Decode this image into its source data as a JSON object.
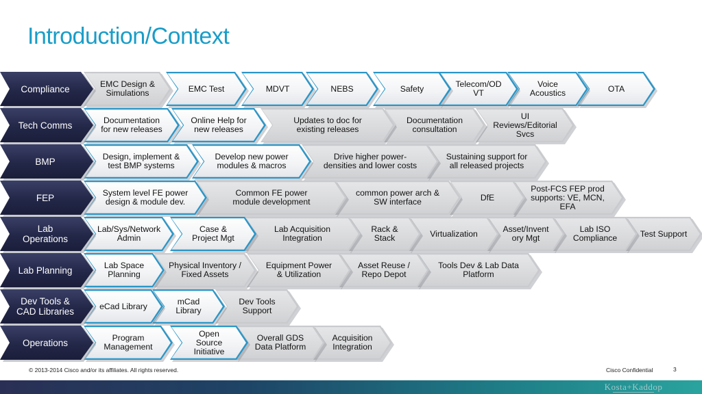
{
  "title": "Introduction/Context",
  "rows": [
    {
      "category": "Compliance",
      "items": [
        {
          "label": "EMC Design &\nSimulations",
          "style": "gray"
        },
        {
          "label": "EMC Test",
          "style": "blue"
        },
        {
          "label": "MDVT",
          "style": "blue"
        },
        {
          "label": "NEBS",
          "style": "blue"
        },
        {
          "label": "Safety",
          "style": "blue"
        },
        {
          "label": "Telecom/OD\nVT",
          "style": "blue"
        },
        {
          "label": "Voice\nAcoustics",
          "style": "blue"
        },
        {
          "label": "OTA",
          "style": "blue"
        }
      ]
    },
    {
      "category": "Tech Comms",
      "items": [
        {
          "label": "Documentation\nfor new releases",
          "style": "blue"
        },
        {
          "label": "Online Help for\nnew releases",
          "style": "blue"
        },
        {
          "label": "Updates to doc for\nexisting releases",
          "style": "gray"
        },
        {
          "label": "Documentation\nconsultation",
          "style": "gray"
        },
        {
          "label": "UI\nReviews/Editorial\nSvcs",
          "style": "gray"
        }
      ]
    },
    {
      "category": "BMP",
      "items": [
        {
          "label": "Design, implement &\ntest BMP systems",
          "style": "blue"
        },
        {
          "label": "Develop new power\nmodules & macros",
          "style": "blue"
        },
        {
          "label": "Drive higher power-\ndensities and lower costs",
          "style": "gray"
        },
        {
          "label": "Sustaining support for\nall released projects",
          "style": "gray"
        }
      ]
    },
    {
      "category": "FEP",
      "items": [
        {
          "label": "System level FE power\ndesign & module dev.",
          "style": "blue"
        },
        {
          "label": "Common FE power\nmodule development",
          "style": "gray"
        },
        {
          "label": "common power arch &\nSW interface",
          "style": "gray"
        },
        {
          "label": "DfE",
          "style": "gray"
        },
        {
          "label": "Post-FCS FEP prod\nsupports: VE, MCN,\nEFA",
          "style": "gray"
        }
      ]
    },
    {
      "category": "Lab\nOperations",
      "items": [
        {
          "label": "Lab/Sys/Network\nAdmin",
          "style": "blue"
        },
        {
          "label": "Case &\nProject Mgt",
          "style": "blue"
        },
        {
          "label": "Lab Acquisition\nIntegration",
          "style": "gray"
        },
        {
          "label": "Rack &\nStack",
          "style": "gray"
        },
        {
          "label": "Virtualization",
          "style": "gray"
        },
        {
          "label": "Asset/Invent\nory Mgt",
          "style": "gray"
        },
        {
          "label": "Lab ISO\nCompliance",
          "style": "gray"
        },
        {
          "label": "Test Support",
          "style": "gray"
        }
      ]
    },
    {
      "category": "Lab Planning",
      "items": [
        {
          "label": "Lab Space\nPlanning",
          "style": "blue"
        },
        {
          "label": "Physical Inventory /\nFixed Assets",
          "style": "gray"
        },
        {
          "label": "Equipment Power\n& Utilization",
          "style": "gray"
        },
        {
          "label": "Asset Reuse /\nRepo Depot",
          "style": "gray"
        },
        {
          "label": "Tools Dev & Lab Data\nPlatform",
          "style": "gray"
        }
      ]
    },
    {
      "category": "Dev Tools &\nCAD Libraries",
      "items": [
        {
          "label": "eCad Library",
          "style": "blue"
        },
        {
          "label": "mCad\nLibrary",
          "style": "blue"
        },
        {
          "label": "Dev Tools\nSupport",
          "style": "gray"
        }
      ]
    },
    {
      "category": "Operations",
      "items": [
        {
          "label": "Program\nManagement",
          "style": "blue"
        },
        {
          "label": "Open\nSource\nInitiative",
          "style": "blue"
        },
        {
          "label": "Overall GDS\nData Platform",
          "style": "gray"
        },
        {
          "label": "Acquisition\nIntegration",
          "style": "gray"
        }
      ]
    }
  ],
  "footer": {
    "copyright": "© 2013-2014  Cisco and/or its affiliates. All rights reserved.",
    "confidential": "Cisco Confidential",
    "page_number": "3"
  },
  "logo_text": "Kosta+Kaddop"
}
